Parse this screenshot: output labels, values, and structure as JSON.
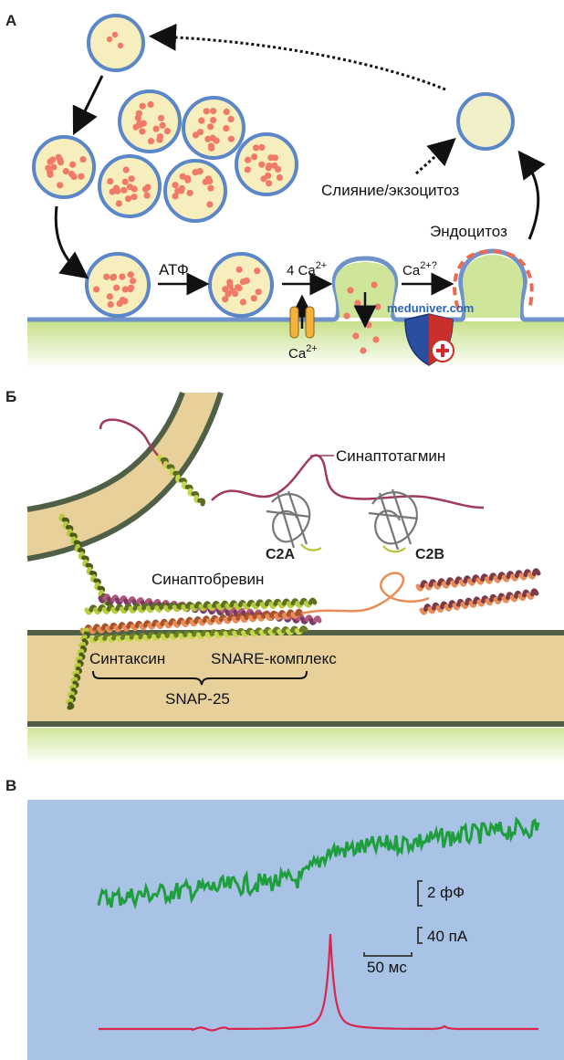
{
  "panels": {
    "a": {
      "letter": "А",
      "atp_label": "АТФ",
      "ca_step_label": "4 Ca",
      "ca_step_sup": "2+",
      "ca_channel_label": "Ca",
      "ca_channel_sup": "2+",
      "ca_question_label": "Ca",
      "ca_question_sup": "2+?",
      "fusion_label": "Слияние/экзоцитоз",
      "endocytosis_label": "Эндоцитоз",
      "watermark": "meduniver.com"
    },
    "b": {
      "letter": "Б",
      "synaptotagmin": "Синаптотагмин",
      "c2a": "C2A",
      "c2b": "C2B",
      "synaptobrevin": "Синаптобревин",
      "syntaxin": "Синтаксин",
      "snare_complex": "SNARE-комплекс",
      "snap25": "SNAP-25"
    },
    "c": {
      "letter": "В",
      "scale_capacitance": "2 фФ",
      "scale_current": "40 пА",
      "scale_time": "50 мс"
    }
  },
  "colors": {
    "vesicle_fill": "#f6eebc",
    "vesicle_border": "#5b86c8",
    "transmitter": "#f07a6a",
    "membrane": "#8fb0dc",
    "cytoplasm_green": "#cfe69a",
    "panel_c_bg": "#a9c3e6",
    "capacitance_trace": "#1f9e3e",
    "current_trace": "#d7264f",
    "band_fill": "#e8d09a",
    "band_edge": "#4a5a42",
    "helix_green": "#b7cc3c",
    "helix_orange": "#e98c58",
    "helix_purple": "#7a3a66"
  }
}
